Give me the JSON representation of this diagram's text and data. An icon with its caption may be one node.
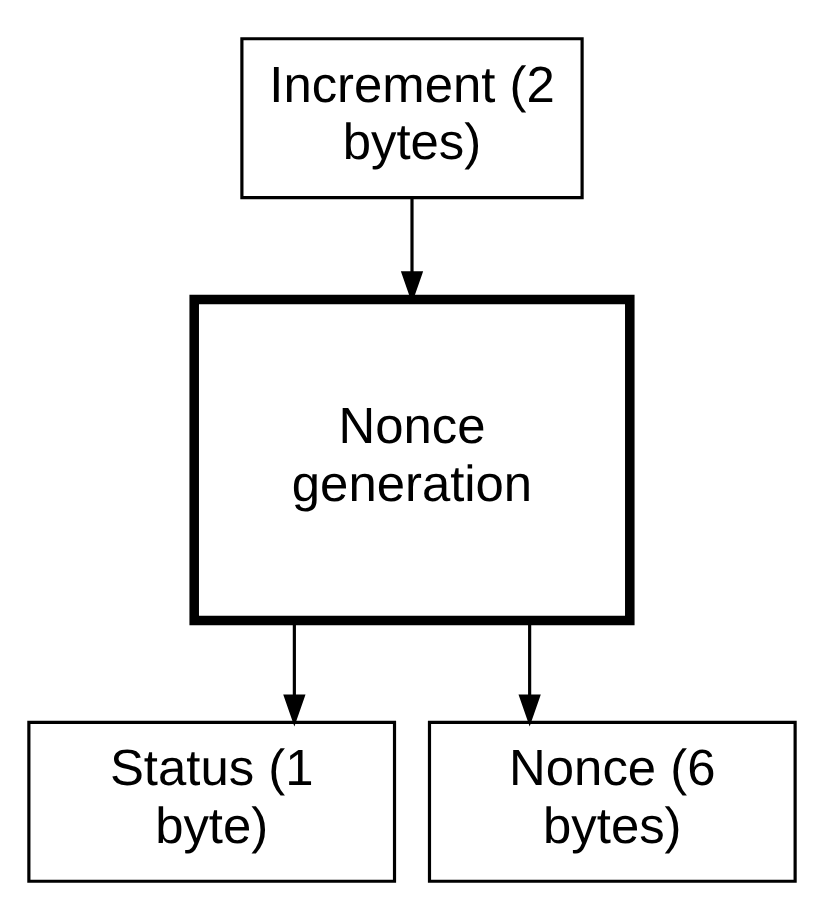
{
  "diagram": {
    "nodes": [
      {
        "text": [
          "Increment (2 bytes)"
        ]
      },
      {
        "text": [
          "Nonce generation"
        ]
      },
      {
        "text": [
          "Status (1 byte)"
        ]
      },
      {
        "text": [
          "Nonce (6 bytes)"
        ]
      }
    ],
    "edges": [
      {
        "from": 0,
        "to": 1,
        "arrow": "to"
      },
      {
        "from": 1,
        "to": 2,
        "arrow": "to"
      },
      {
        "from": 1,
        "to": 3,
        "arrow": "to"
      }
    ]
  }
}
